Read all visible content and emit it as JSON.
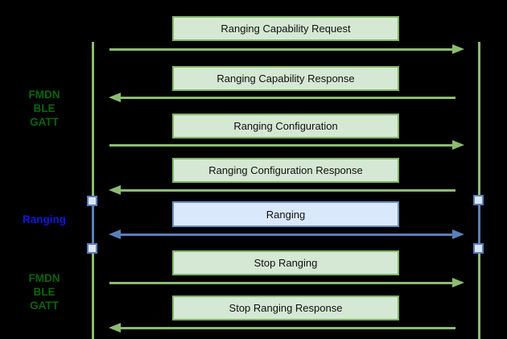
{
  "diagram_type": "sequence-diagram",
  "colors": {
    "background": "#000000",
    "green_box_fill": "#d5e8d4",
    "green_box_border": "#82b366",
    "green_arrow": "#8cbb72",
    "blue_box_fill": "#dae8fc",
    "blue_box_border": "#6c8ebf",
    "blue_arrow": "#5a7fb8",
    "activation_square_fill": "#dbe6f6",
    "green_label_text": "#0a660a",
    "blue_label_text": "#1414e0"
  },
  "phases": [
    {
      "line1": "FMDN",
      "line2": "BLE",
      "line3": "GATT"
    },
    {
      "line1": "Ranging"
    },
    {
      "line1": "FMDN",
      "line2": "BLE",
      "line3": "GATT"
    }
  ],
  "messages": [
    {
      "label": "Ranging Capability Request",
      "direction": "right",
      "style": "green"
    },
    {
      "label": "Ranging Capability Response",
      "direction": "left",
      "style": "green"
    },
    {
      "label": "Ranging Configuration",
      "direction": "right",
      "style": "green"
    },
    {
      "label": "Ranging Configuration Response",
      "direction": "left",
      "style": "green"
    },
    {
      "label": "Ranging",
      "direction": "both",
      "style": "blue"
    },
    {
      "label": "Stop Ranging",
      "direction": "right",
      "style": "green"
    },
    {
      "label": "Stop Ranging Response",
      "direction": "left",
      "style": "green"
    }
  ]
}
